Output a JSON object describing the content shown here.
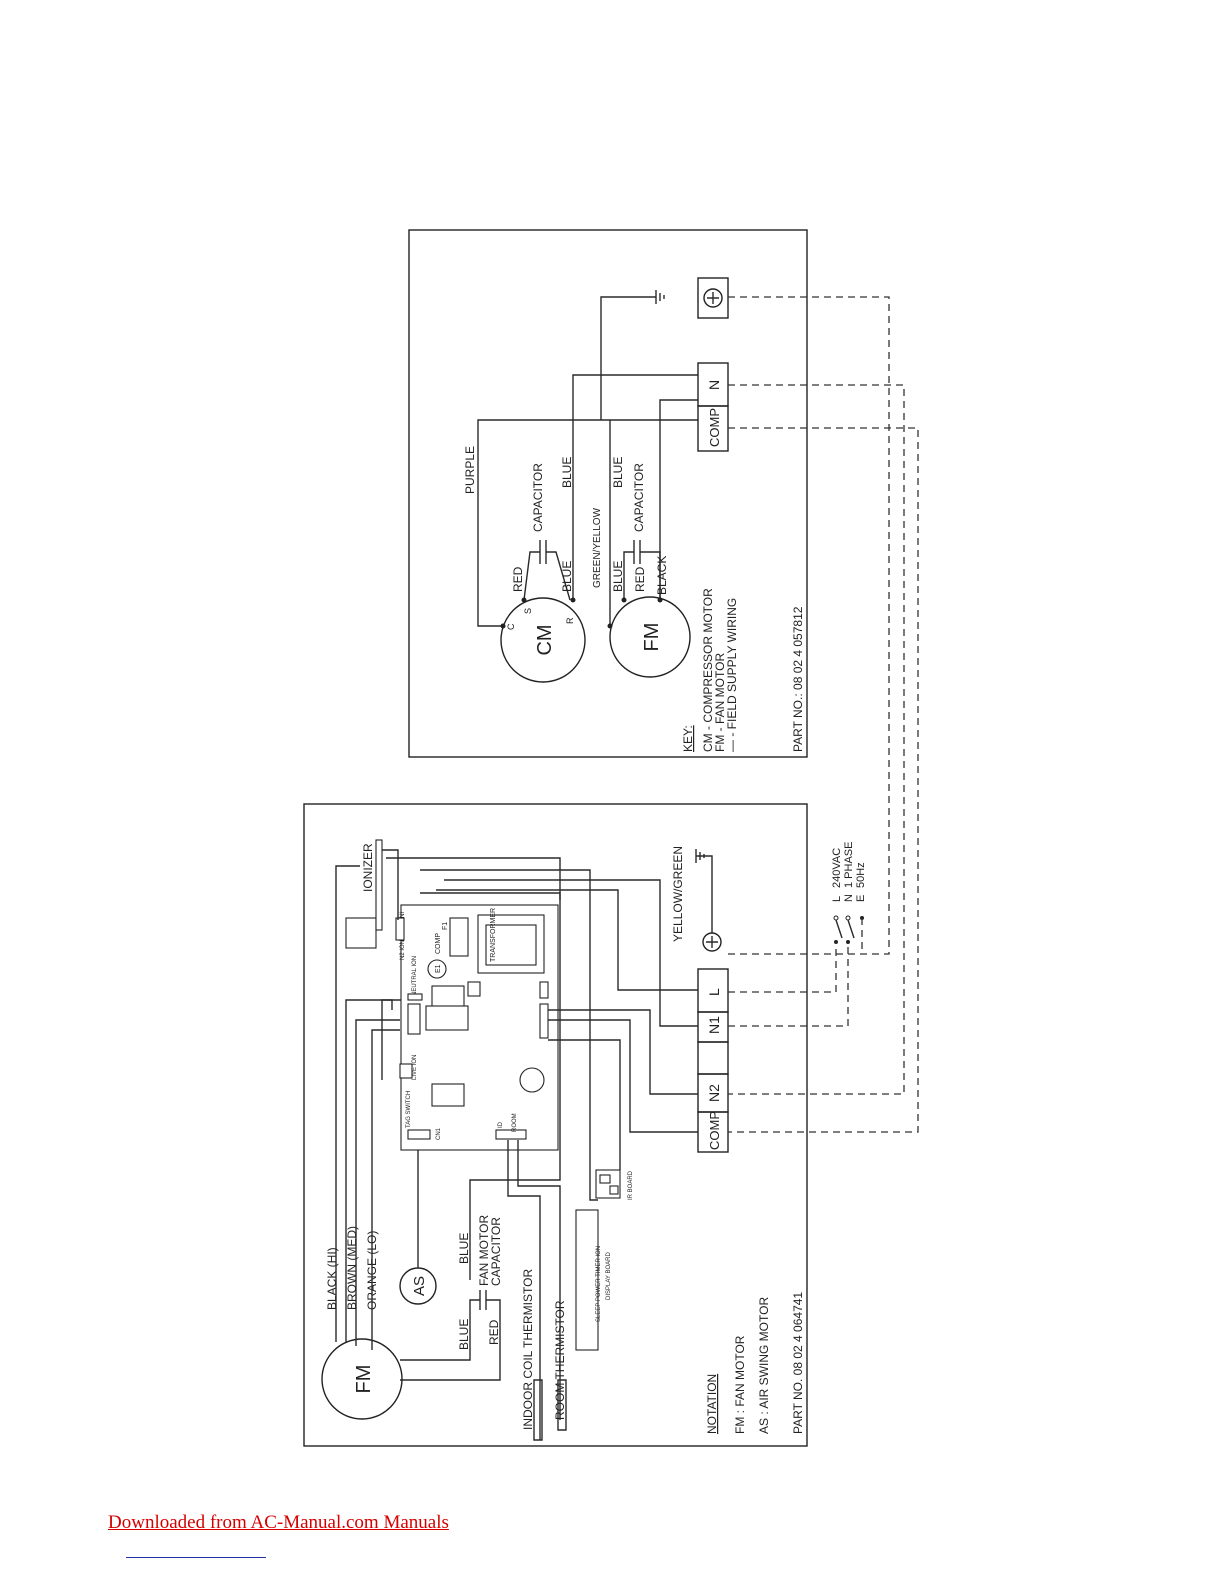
{
  "upper_diagram": {
    "labels": {
      "purple": "PURPLE",
      "blue1": "BLUE",
      "capacitor1": "CAPACITOR",
      "red1": "RED",
      "c": "C",
      "s": "S",
      "r": "R",
      "blue2": "BLUE",
      "cm": "CM",
      "green_yellow": "GREEN/YELLOW",
      "blue3": "BLUE",
      "capacitor2": "CAPACITOR",
      "blue4": "BLUE",
      "red2": "RED",
      "black": "BLACK",
      "fm": "FM",
      "terminal_n": "N",
      "terminal_comp": "COMP"
    },
    "key": {
      "title": "KEY:",
      "line1": "CM  -  COMPRESSOR  MOTOR",
      "line2": "FM  -  FAN MOTOR",
      "line3": "—  -  FIELD SUPPLY WIRING",
      "part_no": "PART  NO.: 08  02  4  057812"
    }
  },
  "lower_diagram": {
    "labels": {
      "black_hi": "BLACK (HI)",
      "brown_med": "BROWN (MED)",
      "orange_lo": "ORANGE (LO)",
      "fm": "FM",
      "as": "AS",
      "blue_a": "BLUE",
      "blue_b": "BLUE",
      "red": "RED",
      "fan_motor": "FAN MOTOR",
      "capacitor": "CAPACITOR",
      "indoor_coil": "INDOOR  COIL  THERMISTOR",
      "room_therm": "ROOM  THERMISTOR",
      "ionizer": "IONIZER",
      "yellow_green": "YELLOW/GREEN",
      "supply_l": "L",
      "supply_n": "N",
      "supply_e": "E",
      "v240": "240VAC",
      "phase": "1 PHASE",
      "hz": "50Hz",
      "term_l": "L",
      "term_n1": "N1",
      "term_n2": "N2",
      "term_comp": "COMP",
      "transformer": "TRANSFORMER",
      "neutral_ion": "NEUTRAL ION",
      "live_ion": "LIVE ION",
      "tag_switch": "TAG SWITCH",
      "cn1": "CN1",
      "id": "ID",
      "room": "ROOM",
      "ir_board": "IR BOARD",
      "display_board": "DISPLAY BOARD",
      "display_keys": "SLEEP  POWER  TIMER  ION",
      "e1": "E1",
      "comp_pcb": "COMP",
      "f1": "F1",
      "n2_ion": "N2 ION",
      "ni": "NI"
    },
    "notation": {
      "title": "NOTATION",
      "fm": "FM   :   FAN  MOTOR",
      "as": "AS   :   AIR  SWING  MOTOR",
      "part_no": "PART  NO. 08  02  4  064741"
    }
  },
  "footer": {
    "link_text": "Downloaded from AC-Manual.com Manuals"
  }
}
